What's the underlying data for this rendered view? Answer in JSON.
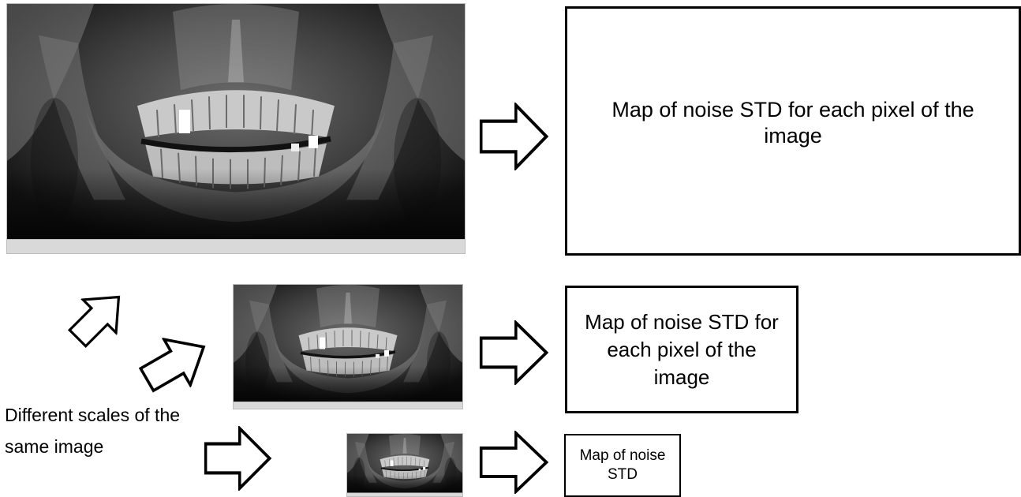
{
  "outputs": {
    "large": "Map of noise STD for each pixel of the image",
    "medium": "Map of noise STD for each pixel of the image",
    "small": "Map of noise STD"
  },
  "caption": "Different scales of the same image",
  "images": {
    "large": "panoramic dental x-ray",
    "medium": "panoramic dental x-ray (downscaled)",
    "small": "panoramic dental x-ray (further downscaled)"
  }
}
